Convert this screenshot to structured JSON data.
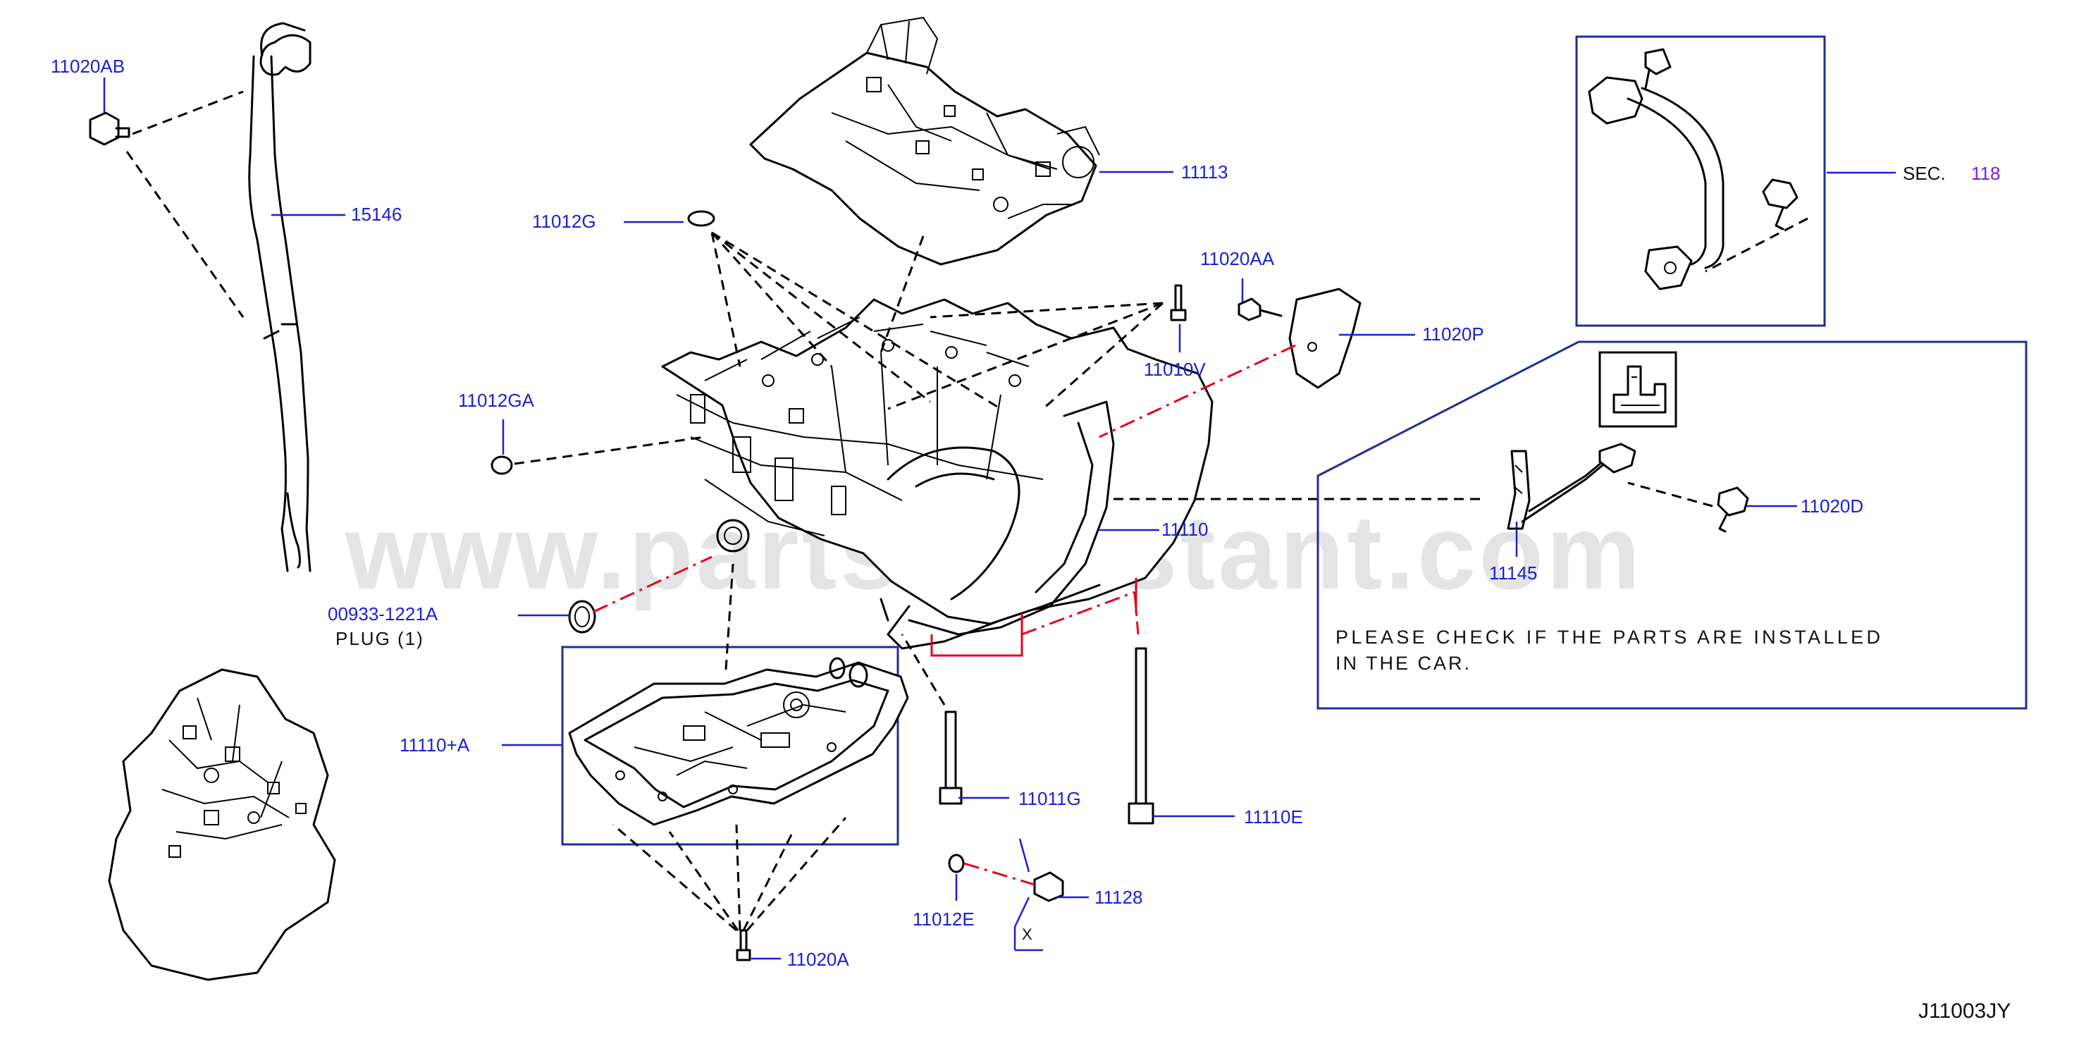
{
  "labels": {
    "p11020AB": "11020AB",
    "p15146": "15146",
    "p11113": "11113",
    "p11012G": "11012G",
    "p11020AA": "11020AA",
    "p11020P": "11020P",
    "p11010V": "11010V",
    "p11012GA": "11012GA",
    "p11110": "11110",
    "p00933": "00933-1221A",
    "plug": "PLUG  (1)",
    "p11110A": "11110+A",
    "p11011G": "11011G",
    "p11110E": "11110E",
    "p11012E": "11012E",
    "p11128": "11128",
    "p11020A": "11020A",
    "x": "X",
    "sec": "SEC.",
    "sec_num": "118",
    "p11145": "11145",
    "p11020D": "11020D"
  },
  "note": {
    "line1": "PLEASE CHECK IF THE PARTS ARE INSTALLED",
    "line2": "IN THE CAR."
  },
  "diagram_code": "J11003JY",
  "watermark": "www.partsassistant.com",
  "colors": {
    "label_blue": "#1a1fd6",
    "box_navy": "#1f2f8f",
    "red_line": "#e3001b",
    "sec_number_purple": "#7a1fd6"
  }
}
